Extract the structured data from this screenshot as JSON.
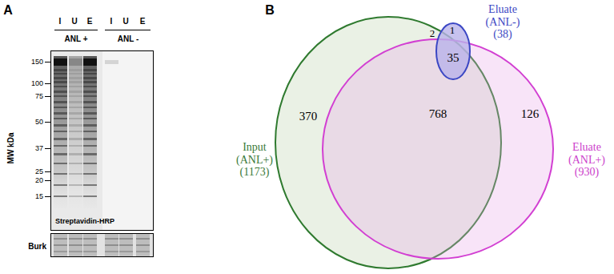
{
  "diagram": {
    "nodes": [
      {
        "text": [
          "Streptavidin-HRP"
        ]
      },
      {
        "text": [
          "Burk"
        ]
      },
      {
        "text": [
          "Input (ANL+) (1173)",
          "370"
        ]
      },
      {
        "text": [
          "Eluate (ANL+) (930)",
          "126"
        ]
      },
      {
        "text": [
          "Eluate (ANL-) (38)",
          "35"
        ],
        "in": 3
      }
    ],
    "labels": [
      "A",
      "I",
      "U",
      "E",
      "I",
      "U",
      "E",
      "ANL +",
      "ANL -",
      "MW kDa",
      "150",
      "100",
      "75",
      "50",
      "37",
      "25",
      "20",
      "15",
      "B",
      "768",
      "2",
      "1"
    ]
  }
}
